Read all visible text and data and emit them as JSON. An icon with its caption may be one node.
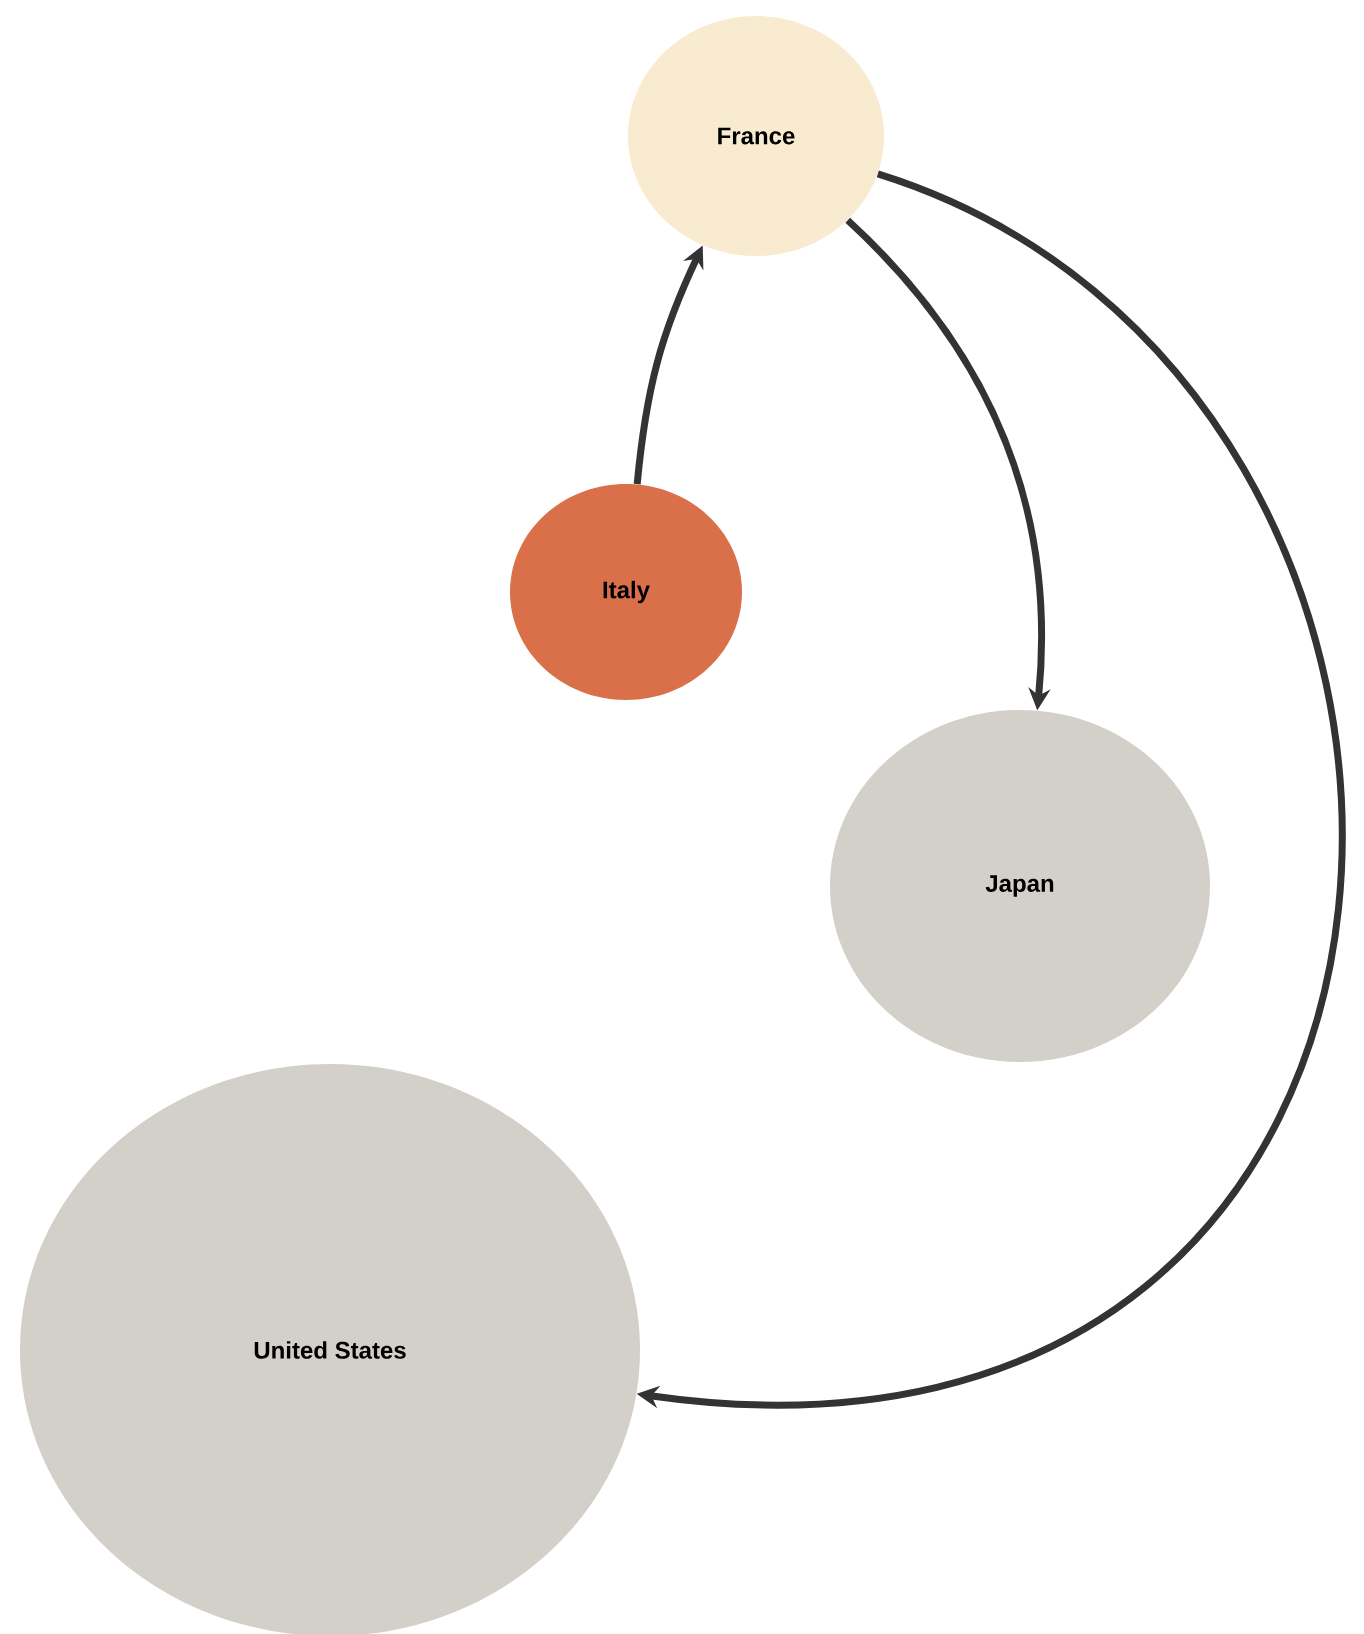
{
  "diagram": {
    "nodes": [
      {
        "text": [
          "France"
        ]
      },
      {
        "text": [
          "Italy"
        ]
      },
      {
        "text": [
          "Japan"
        ]
      },
      {
        "text": [
          "United States"
        ]
      }
    ],
    "edges": [
      {
        "from": 1,
        "to": 0,
        "arrow": "to"
      },
      {
        "from": 0,
        "to": 2,
        "arrow": "to"
      },
      {
        "from": 0,
        "to": 3,
        "arrow": "to"
      }
    ]
  }
}
